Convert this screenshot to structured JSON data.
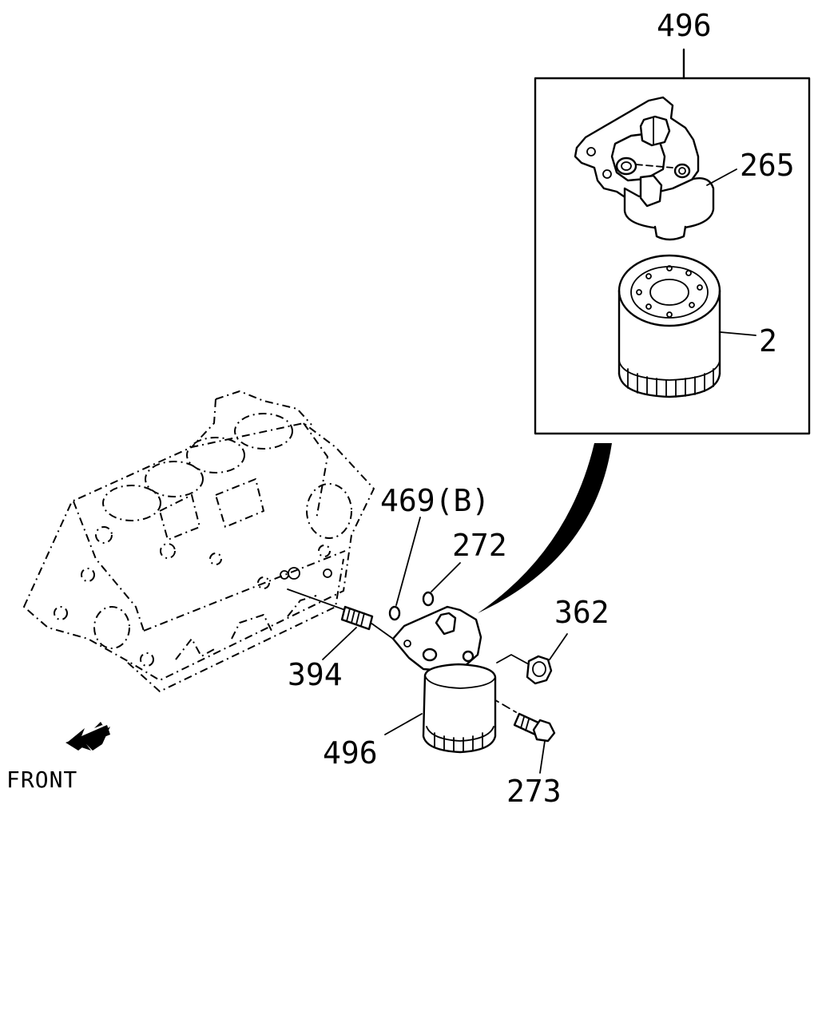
{
  "labels": {
    "assembly_top": "496",
    "filter_head": "265",
    "filter_element": "2",
    "oring_b": "469(B)",
    "oring": "272",
    "stud": "394",
    "nut": "362",
    "assembly_bottom": "496",
    "bolt": "273",
    "front": "FRONT"
  },
  "icons": {
    "front_arrow": "arrow-down-left-icon"
  }
}
